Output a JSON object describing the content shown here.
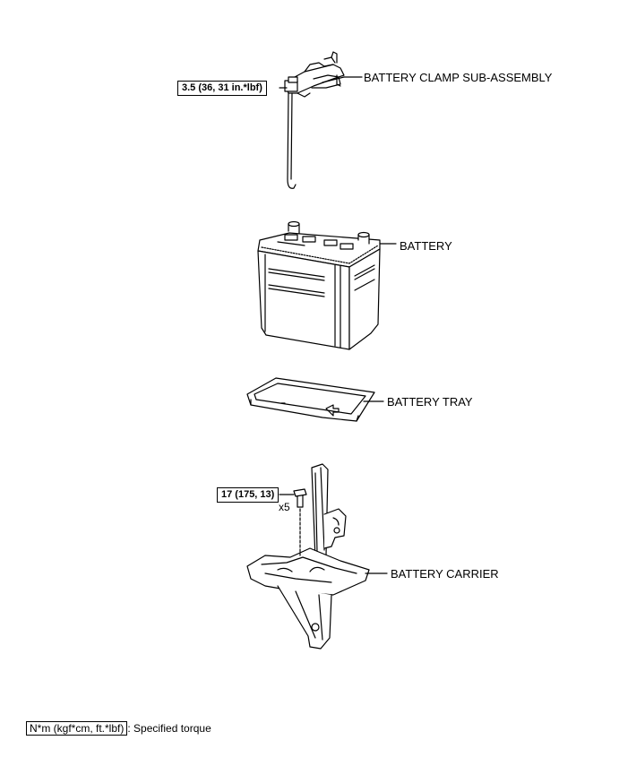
{
  "labels": {
    "clamp": "BATTERY CLAMP SUB-ASSEMBLY",
    "battery": "BATTERY",
    "tray": "BATTERY TRAY",
    "carrier": "BATTERY CARRIER"
  },
  "torques": {
    "clamp_torque": "3.5 (36, 31 in.*lbf)",
    "carrier_torque": "17 (175, 13)"
  },
  "quantity": {
    "bolt_count": "x5"
  },
  "legend": {
    "unit_box": "N*m (kgf*cm, ft.*lbf)",
    "description": ": Specified torque"
  }
}
